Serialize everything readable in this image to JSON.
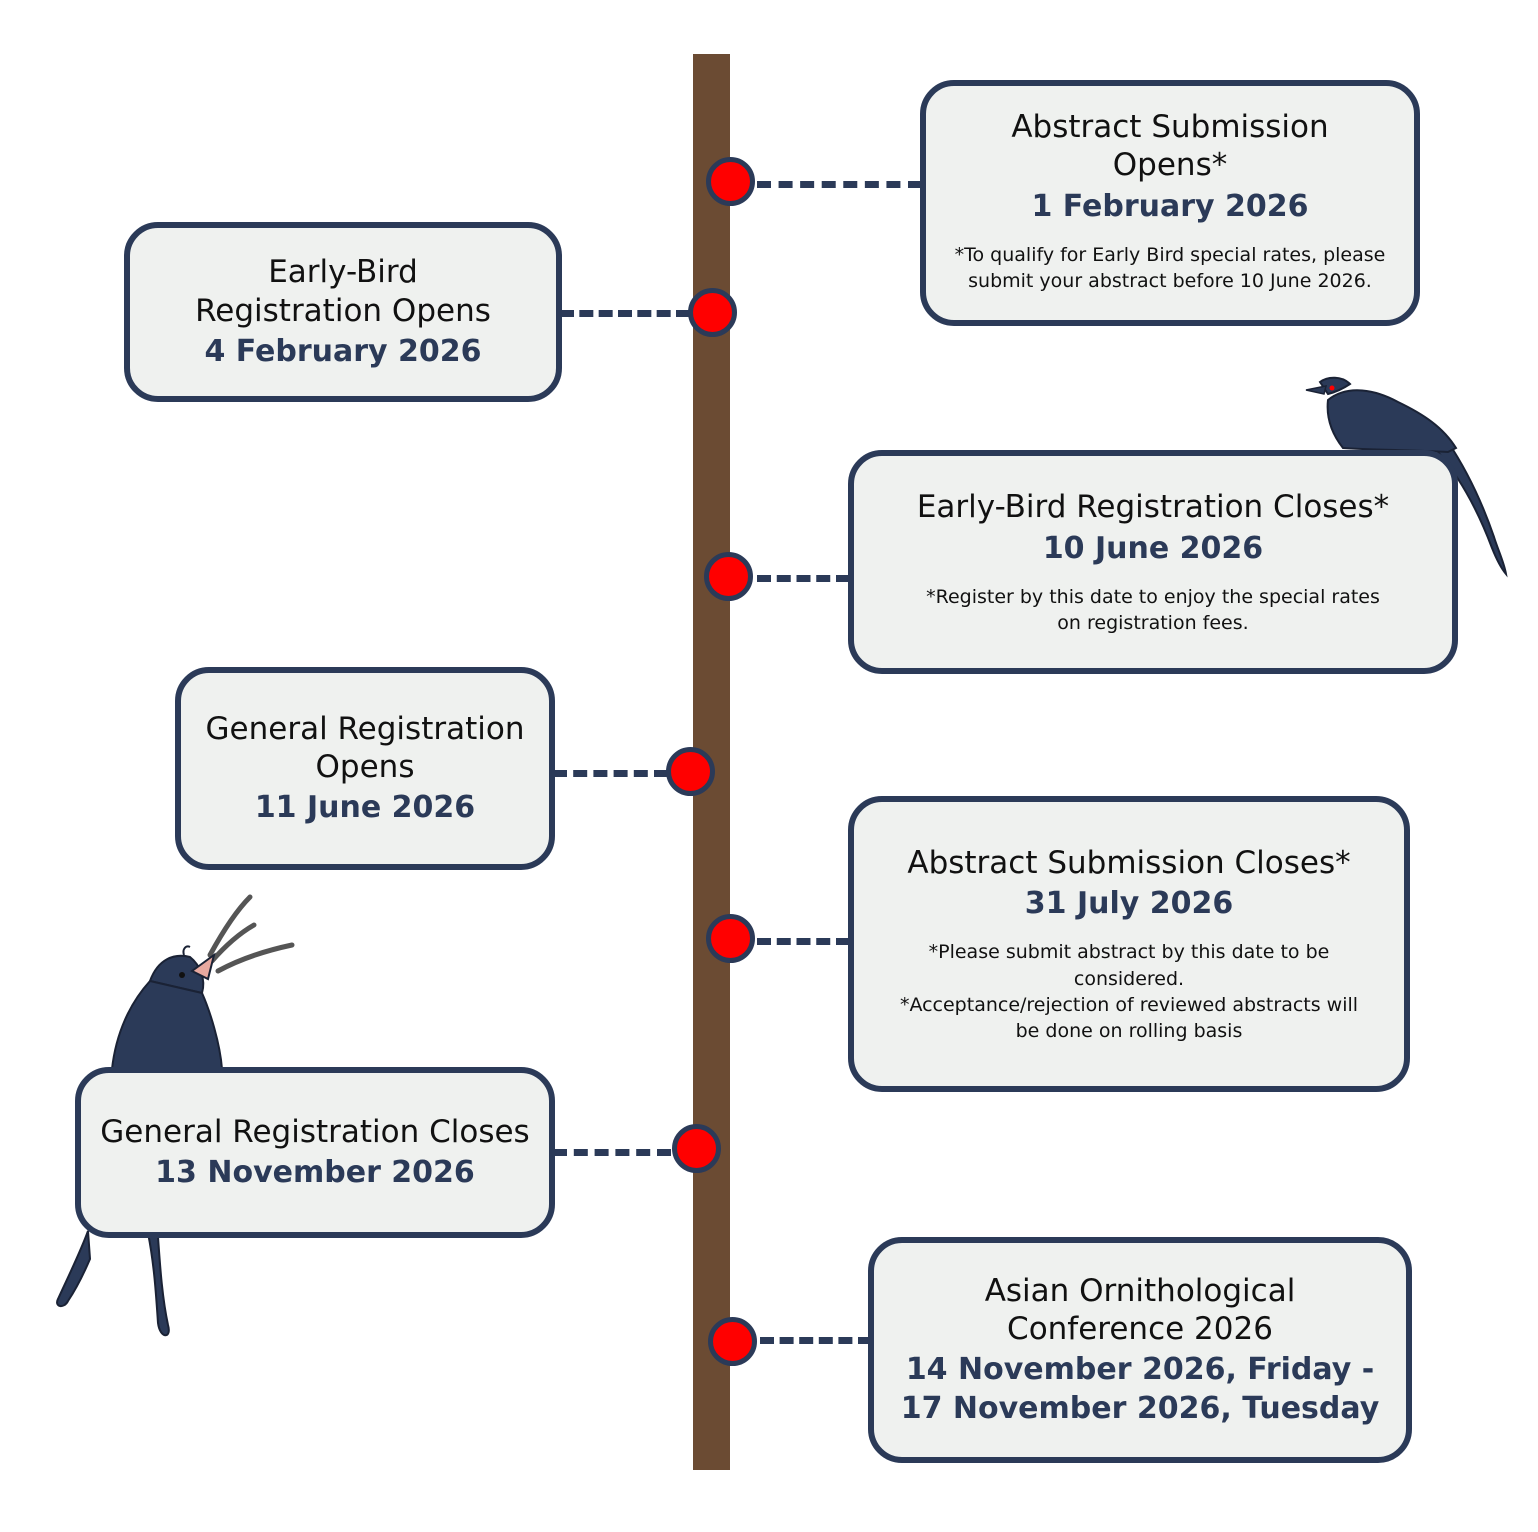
{
  "colors": {
    "trunk": "#6b4b33",
    "dot": "#ff0000",
    "outline": "#2b3a58",
    "box_fill": "#eff1ef",
    "date_text": "#2b3a58"
  },
  "events": [
    {
      "title": "Abstract Submission\nOpens*",
      "date": "1 February 2026",
      "note": "*To qualify for Early Bird special rates, please\nsubmit your abstract before 10 June 2026."
    },
    {
      "title": "Early-Bird\nRegistration Opens",
      "date": "4 February 2026"
    },
    {
      "title": "Early-Bird Registration Closes*",
      "date": "10 June 2026",
      "note": "*Register by this date to enjoy the special rates\non registration fees."
    },
    {
      "title": "General Registration\nOpens",
      "date": "11 June 2026"
    },
    {
      "title": "Abstract Submission Closes*",
      "date": "31 July 2026",
      "note": "*Please submit abstract by this date to be\nconsidered.\n*Acceptance/rejection of reviewed abstracts will\nbe done on rolling basis"
    },
    {
      "title": "General Registration Closes",
      "date": "13 November 2026"
    },
    {
      "title": "Asian Ornithological\nConference 2026",
      "date": "14 November 2026, Friday -\n17 November 2026, Tuesday"
    }
  ]
}
